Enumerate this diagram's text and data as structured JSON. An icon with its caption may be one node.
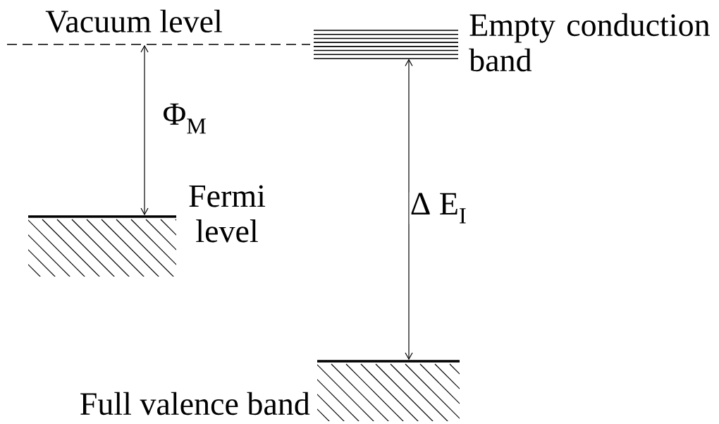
{
  "diagram": {
    "nodes": [
      {
        "text": [
          "Vacuum level"
        ]
      },
      {
        "text": [
          "Empty conduction band"
        ]
      },
      {
        "text": [
          "Fermi level"
        ]
      },
      {
        "text": [
          "Full valence band"
        ]
      }
    ],
    "edges": [
      {
        "from": 0,
        "to": 2,
        "arrow": "both",
        "label": "Φ$_{M}$"
      },
      {
        "from": 1,
        "to": 3,
        "arrow": "both",
        "label": "Δ E$_{I}$"
      }
    ]
  }
}
